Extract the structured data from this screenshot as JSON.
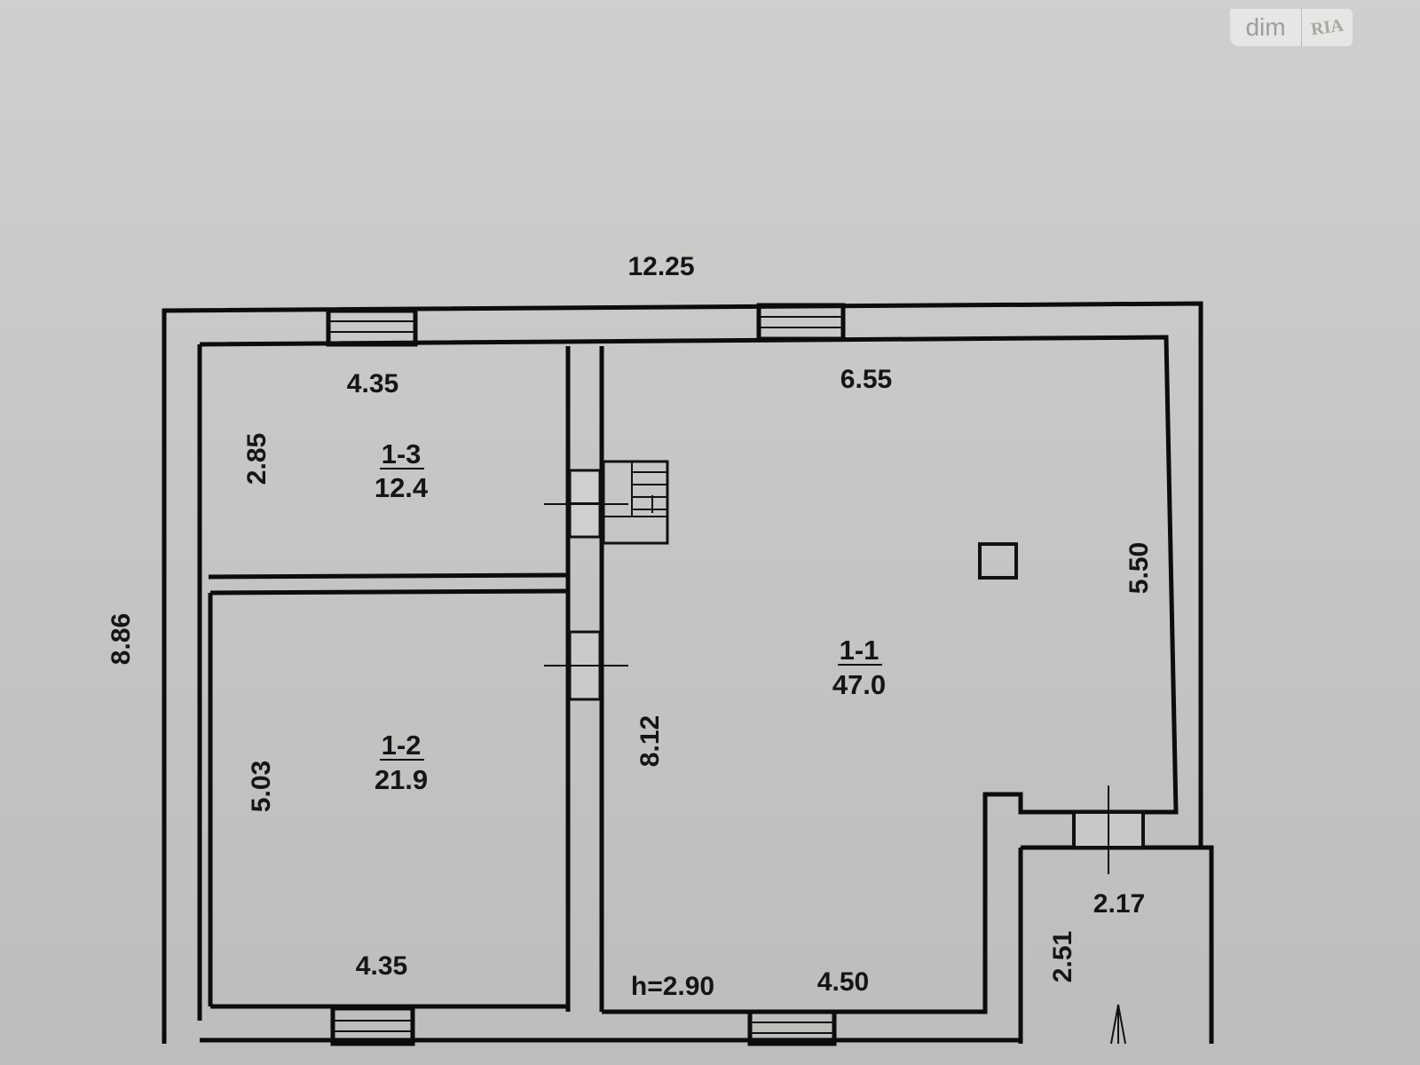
{
  "watermark": {
    "brand": "dim",
    "brand2": "RIA"
  },
  "plan": {
    "overall_width": "12.25",
    "overall_depth": "8.86",
    "ceiling_height": "h=2.90",
    "rooms": [
      {
        "id": "1-1",
        "area": "47.0",
        "dims": [
          "6.55",
          "5.50",
          "8.12",
          "4.50"
        ]
      },
      {
        "id": "1-2",
        "area": "21.9",
        "dims": [
          "5.03",
          "4.35"
        ]
      },
      {
        "id": "1-3",
        "area": "12.4",
        "dims": [
          "4.35",
          "2.85"
        ]
      }
    ],
    "vestibule": {
      "dims": [
        "2.17",
        "2.51"
      ]
    }
  }
}
